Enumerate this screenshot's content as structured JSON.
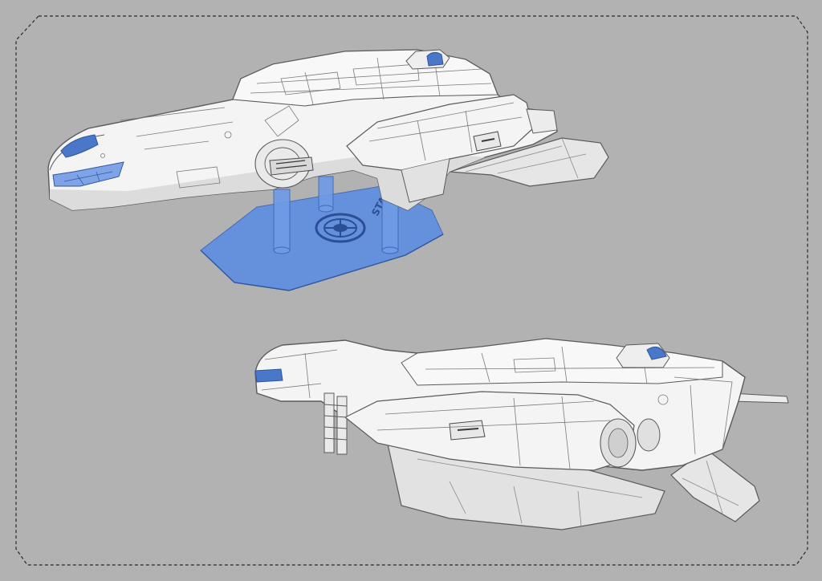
{
  "scene": {
    "background": "#b2b2b2",
    "frame_color": "#2a2a2a",
    "hull_color": "#f4f4f4",
    "hull_shade": "#dedede",
    "line_color": "#5a5a5a",
    "accent_color": "#4a77c8",
    "accent_light": "#7ea3e6",
    "stand_color": "#5f8ee0",
    "stand_edge": "#3d67b3"
  },
  "stand": {
    "logo_text": "STAR LITTER"
  },
  "models": [
    {
      "name": "starship-model-with-stand",
      "view": "three-quarter-front"
    },
    {
      "name": "starship-model-side",
      "view": "three-quarter-rear"
    }
  ]
}
